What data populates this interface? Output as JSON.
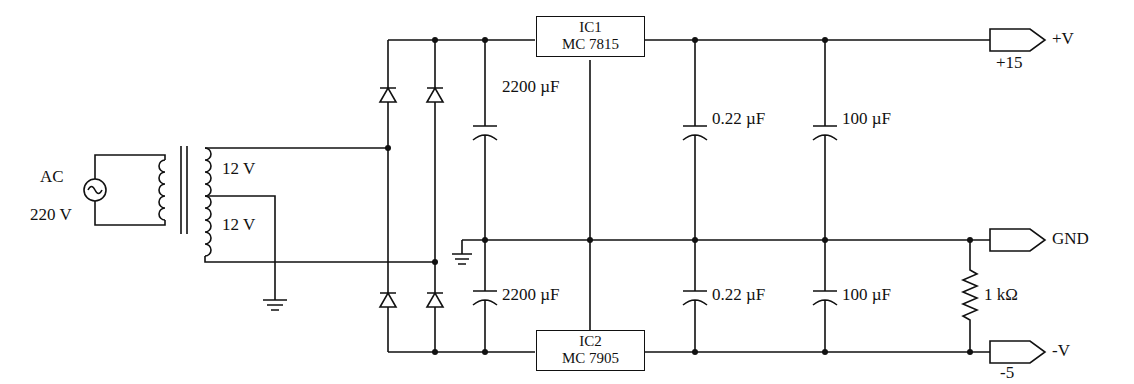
{
  "diagram": {
    "nodes": [
      {
        "text": [
          "IC1",
          "MC 7815"
        ]
      },
      {
        "text": [
          "IC2",
          "MC 7905"
        ]
      }
    ],
    "labels": [
      "AC",
      "220 V",
      "12 V",
      "12 V",
      "2200 µF",
      "2200 µF",
      "0.22 µF",
      "100 µF",
      "0.22 µF",
      "100 µF",
      "1 kΩ",
      "+V",
      "+15",
      "GND",
      "-V",
      "-5"
    ]
  }
}
